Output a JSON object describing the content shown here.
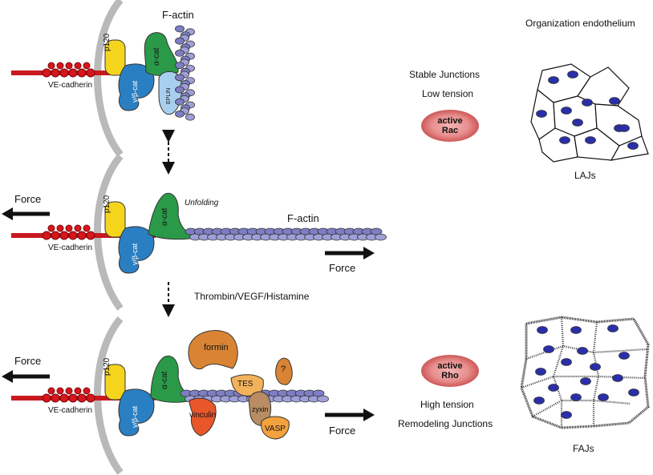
{
  "colors": {
    "cadherin": "#c8191f",
    "bead": "#d8151c",
    "p120": "#f5d41c",
    "beta_cat": "#2a7fc3",
    "alpha_cat": "#2a9a48",
    "eplin": "#a9cfee",
    "actin": "#7d7ec4",
    "vinculin": "#e8562a",
    "formin": "#d98434",
    "tes": "#f2b15b",
    "zyxin": "#b88d63",
    "vasp": "#f3a23e",
    "rac_blob": "#e88e8e",
    "cell_nucleus": "#2a2fa8"
  },
  "panels": [
    {
      "cadherin_label": "VE-cadherin",
      "p120_label": "p120",
      "beta_label": "γ/β-cat",
      "alpha_label": "α-cat",
      "eplin_label": "EPLIN",
      "actin_label": "F-actin"
    },
    {
      "cadherin_label": "VE-cadherin",
      "p120_label": "p120",
      "beta_label": "γ/β-cat",
      "alpha_label": "α-cat",
      "unfolding_label": "Unfolding",
      "actin_label": "F-actin",
      "force_left": "Force",
      "force_right": "Force"
    },
    {
      "cadherin_label": "VE-cadherin",
      "p120_label": "p120",
      "beta_label": "γ/β-cat",
      "alpha_label": "α-cat",
      "vinculin_label": "vinculin",
      "formin_label": "formin",
      "tes_label": "TES",
      "unknown_label": "?",
      "zyxin_label": "zyxin",
      "vasp_label": "VASP",
      "force_left": "Force",
      "force_right": "Force"
    }
  ],
  "transition_label": "Thrombin/VEGF/Histamine",
  "middle": {
    "stable_title": "Stable Junctions",
    "low_tension": "Low tension",
    "rac_line1": "active",
    "rac_line2": "Rac",
    "rho_line1": "active",
    "rho_line2": "Rho",
    "high_tension": "High tension",
    "remodel_title": "Remodeling Junctions"
  },
  "right": {
    "header": "Organization endothelium",
    "laj_label": "LAJs",
    "faj_label": "FAJs"
  }
}
